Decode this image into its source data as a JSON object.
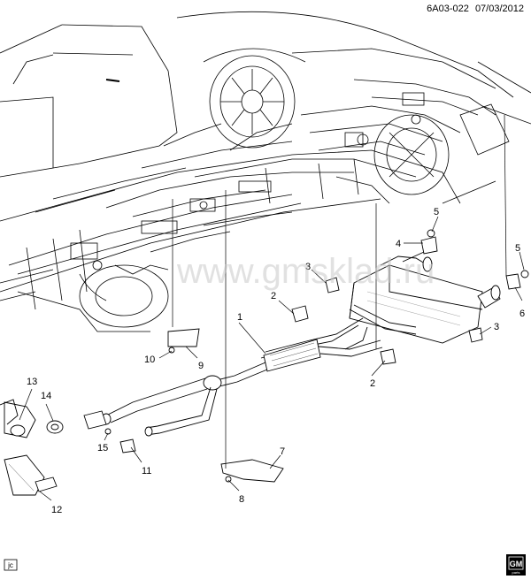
{
  "header": {
    "diagram_code": "6A03-022",
    "date": "07/03/2012"
  },
  "watermark": "www.gmsklad.ru",
  "footer": {
    "left_tag": "jc",
    "logo_text": "GM",
    "logo_sub": "parts"
  },
  "callouts": [
    {
      "id": "c1",
      "label": "1"
    },
    {
      "id": "c2a",
      "label": "2"
    },
    {
      "id": "c2b",
      "label": "2"
    },
    {
      "id": "c3a",
      "label": "3"
    },
    {
      "id": "c3b",
      "label": "3"
    },
    {
      "id": "c4",
      "label": "4"
    },
    {
      "id": "c5a",
      "label": "5"
    },
    {
      "id": "c5b",
      "label": "5"
    },
    {
      "id": "c6",
      "label": "6"
    },
    {
      "id": "c7",
      "label": "7"
    },
    {
      "id": "c8",
      "label": "8"
    },
    {
      "id": "c9",
      "label": "9"
    },
    {
      "id": "c10",
      "label": "10"
    },
    {
      "id": "c11",
      "label": "11"
    },
    {
      "id": "c12",
      "label": "12"
    },
    {
      "id": "c13",
      "label": "13"
    },
    {
      "id": "c14",
      "label": "14"
    },
    {
      "id": "c15",
      "label": "15"
    }
  ],
  "colors": {
    "line": "#000000",
    "watermark": "#c8c8c8",
    "background": "#ffffff"
  }
}
